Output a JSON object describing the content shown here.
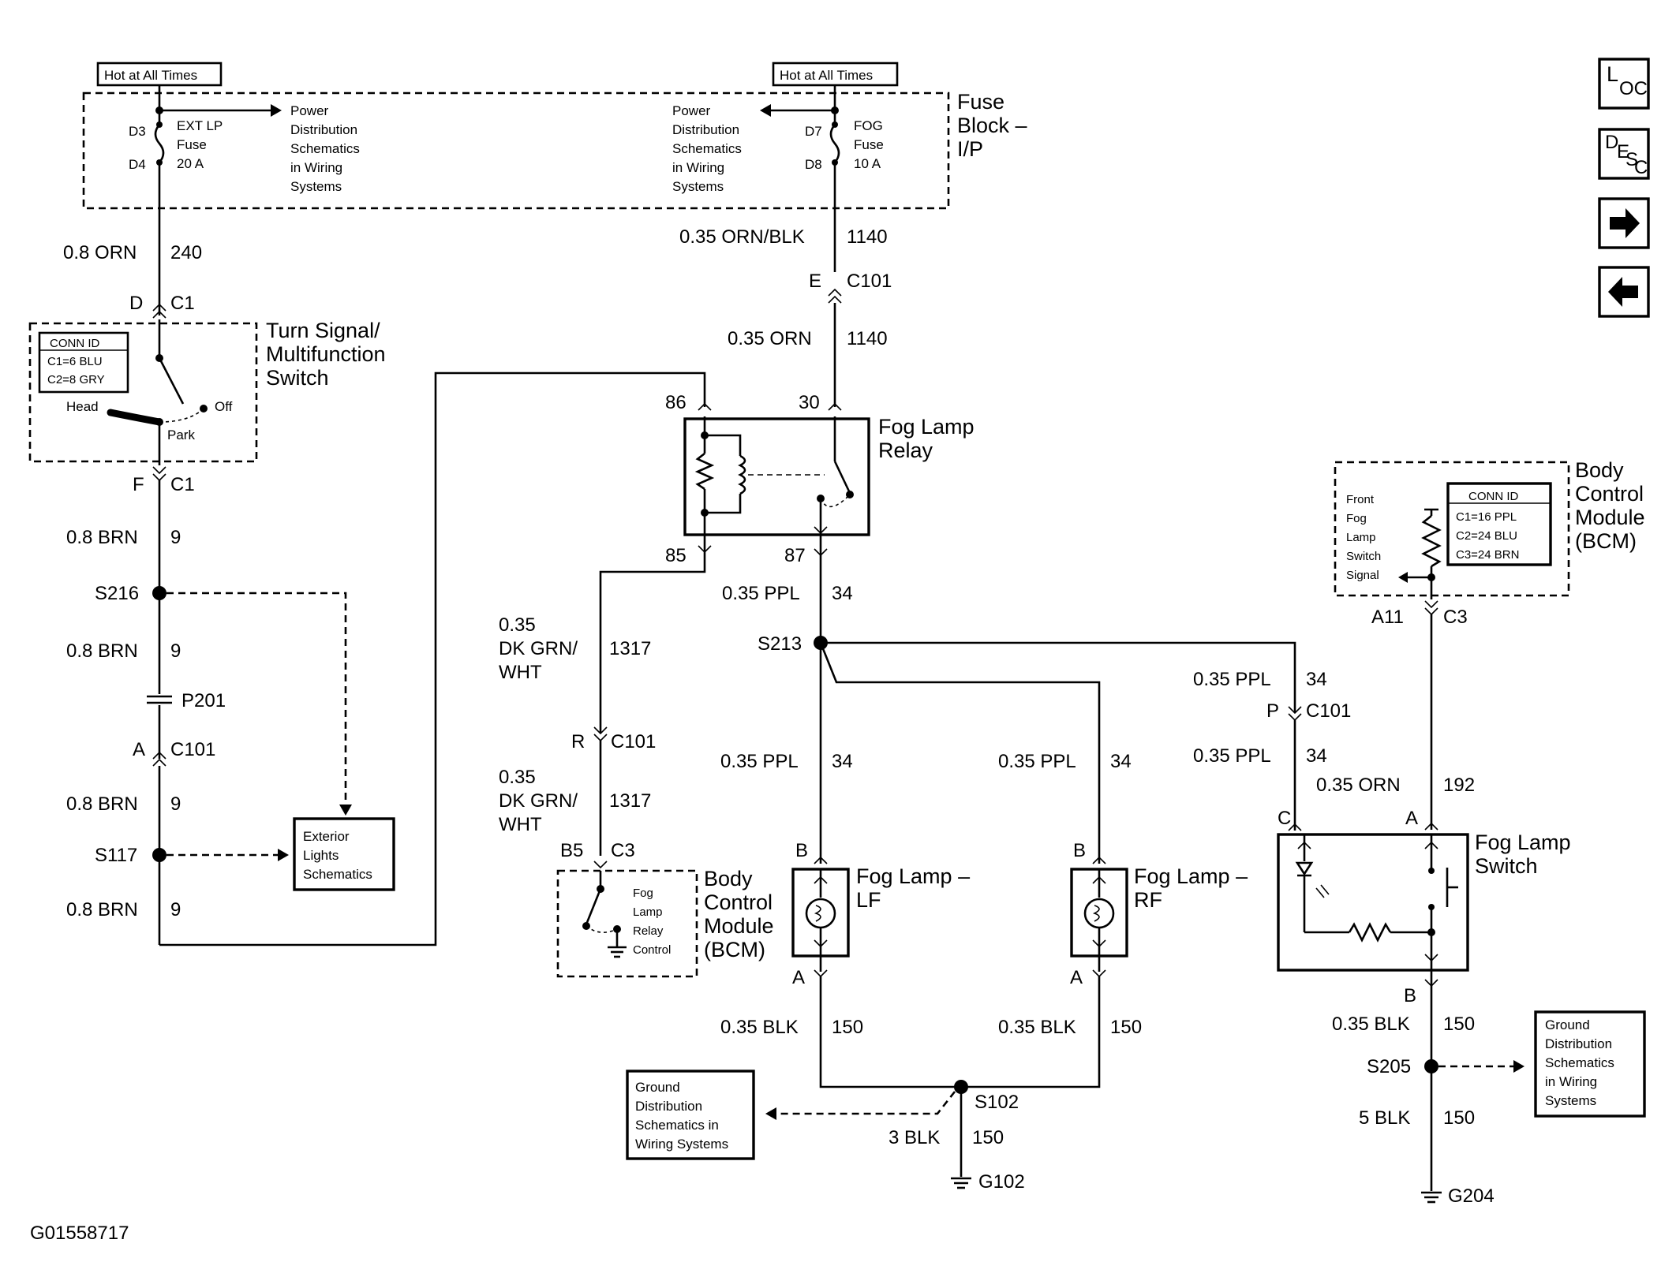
{
  "nav": {
    "loc": {
      "main": "L",
      "sub": "OC"
    },
    "desc": {
      "main": "D",
      "sub1": "E",
      "sub2": "S",
      "sub3": "C"
    },
    "next_icon": "arrow-right-icon",
    "prev_icon": "arrow-left-icon"
  },
  "hot_left": "Hot at All Times",
  "hot_right": "Hot at All Times",
  "fuse_block": {
    "l1": "Fuse",
    "l2": "Block –",
    "l3": "I/P"
  },
  "fuse_ext": {
    "top": "D3",
    "bottom": "D4",
    "l1": "EXT LP",
    "l2": "Fuse",
    "l3": "20 A"
  },
  "fuse_fog": {
    "top": "D7",
    "bottom": "D8",
    "l1": "FOG",
    "l2": "Fuse",
    "l3": "10 A"
  },
  "power_left": [
    "Power",
    "Distribution",
    "Schematics",
    "in Wiring",
    "Systems"
  ],
  "power_right": [
    "Power",
    "Distribution",
    "Schematics",
    "in Wiring",
    "Systems"
  ],
  "wires": {
    "w240": {
      "gauge": "0.8 ORN",
      "circuit": "240"
    },
    "w1140a": {
      "gauge": "0.35 ORN/BLK",
      "circuit": "1140"
    },
    "w1140b": {
      "gauge": "0.35 ORN",
      "circuit": "1140"
    },
    "w9a": {
      "gauge": "0.8 BRN",
      "circuit": "9"
    },
    "w9b": {
      "gauge": "0.8 BRN",
      "circuit": "9"
    },
    "w9c": {
      "gauge": "0.8 BRN",
      "circuit": "9"
    },
    "w9d": {
      "gauge": "0.8 BRN",
      "circuit": "9"
    },
    "w1317a": {
      "g1": "0.35",
      "g2": "DK GRN/",
      "g3": "WHT",
      "circuit": "1317"
    },
    "w1317b": {
      "g1": "0.35",
      "g2": "DK GRN/",
      "g3": "WHT",
      "circuit": "1317"
    },
    "w34a": {
      "gauge": "0.35 PPL",
      "circuit": "34"
    },
    "w34b": {
      "gauge": "0.35 PPL",
      "circuit": "34"
    },
    "w34c": {
      "gauge": "0.35 PPL",
      "circuit": "34"
    },
    "w34d": {
      "gauge": "0.35 PPL",
      "circuit": "34"
    },
    "w34e": {
      "gauge": "0.35 PPL",
      "circuit": "34"
    },
    "w192": {
      "gauge": "0.35 ORN",
      "circuit": "192"
    },
    "w150a": {
      "gauge": "0.35 BLK",
      "circuit": "150"
    },
    "w150b": {
      "gauge": "0.35 BLK",
      "circuit": "150"
    },
    "w150c": {
      "gauge": "0.35 BLK",
      "circuit": "150"
    },
    "w150d": {
      "gauge": "3 BLK",
      "circuit": "150"
    },
    "w150e": {
      "gauge": "5 BLK",
      "circuit": "150"
    }
  },
  "connectors": {
    "d_c1": {
      "pin": "D",
      "conn": "C1"
    },
    "f_c1": {
      "pin": "F",
      "conn": "C1"
    },
    "e_c101": {
      "pin": "E",
      "conn": "C101"
    },
    "a_c101": {
      "pin": "A",
      "conn": "C101"
    },
    "r_c101": {
      "pin": "R",
      "conn": "C101"
    },
    "p_c101": {
      "pin": "P",
      "conn": "C101"
    },
    "b5_c3": {
      "pin": "B5",
      "conn": "C3"
    },
    "a11_c3": {
      "pin": "A11",
      "conn": "C3"
    }
  },
  "splices": {
    "s216": "S216",
    "s117": "S117",
    "s213": "S213",
    "s102": "S102",
    "s205": "S205",
    "p201": "P201"
  },
  "grounds": {
    "g102": "G102",
    "g204": "G204"
  },
  "turn_switch": {
    "title1": "Turn Signal/",
    "title2": "Multifunction",
    "title3": "Switch",
    "conn_title": "CONN ID",
    "conn1": "C1=6 BLU",
    "conn2": "C2=8 GRY",
    "head": "Head",
    "park": "Park",
    "off": "Off"
  },
  "relay": {
    "pin86": "86",
    "pin30": "30",
    "pin85": "85",
    "pin87": "87",
    "title1": "Fog Lamp",
    "title2": "Relay"
  },
  "bcm_left": {
    "t1": "Body",
    "t2": "Control",
    "t3": "Module",
    "t4": "(BCM)",
    "i1": "Fog",
    "i2": "Lamp",
    "i3": "Relay",
    "i4": "Control"
  },
  "bcm_right": {
    "t1": "Body",
    "t2": "Control",
    "t3": "Module",
    "t4": "(BCM)",
    "i1": "Front",
    "i2": "Fog",
    "i3": "Lamp",
    "i4": "Switch",
    "i5": "Signal",
    "conn_title": "CONN ID",
    "conn1": "C1=16 PPL",
    "conn2": "C2=24 BLU",
    "conn3": "C3=24 BRN"
  },
  "lamp_lf": {
    "pin_b": "B",
    "pin_a": "A",
    "t1": "Fog Lamp –",
    "t2": "LF"
  },
  "lamp_rf": {
    "pin_b": "B",
    "pin_a": "A",
    "t1": "Fog Lamp –",
    "t2": "RF"
  },
  "fog_switch": {
    "pin_c": "C",
    "pin_a": "A",
    "pin_b": "B",
    "t1": "Fog Lamp",
    "t2": "Switch"
  },
  "ref_exterior": [
    "Exterior",
    "Lights",
    "Schematics"
  ],
  "ref_ground_left": [
    "Ground",
    "Distribution",
    "Schematics in",
    "Wiring Systems"
  ],
  "ref_ground_right": [
    "Ground",
    "Distribution",
    "Schematics",
    "in Wiring",
    "Systems"
  ],
  "figure_id": "G01558717"
}
